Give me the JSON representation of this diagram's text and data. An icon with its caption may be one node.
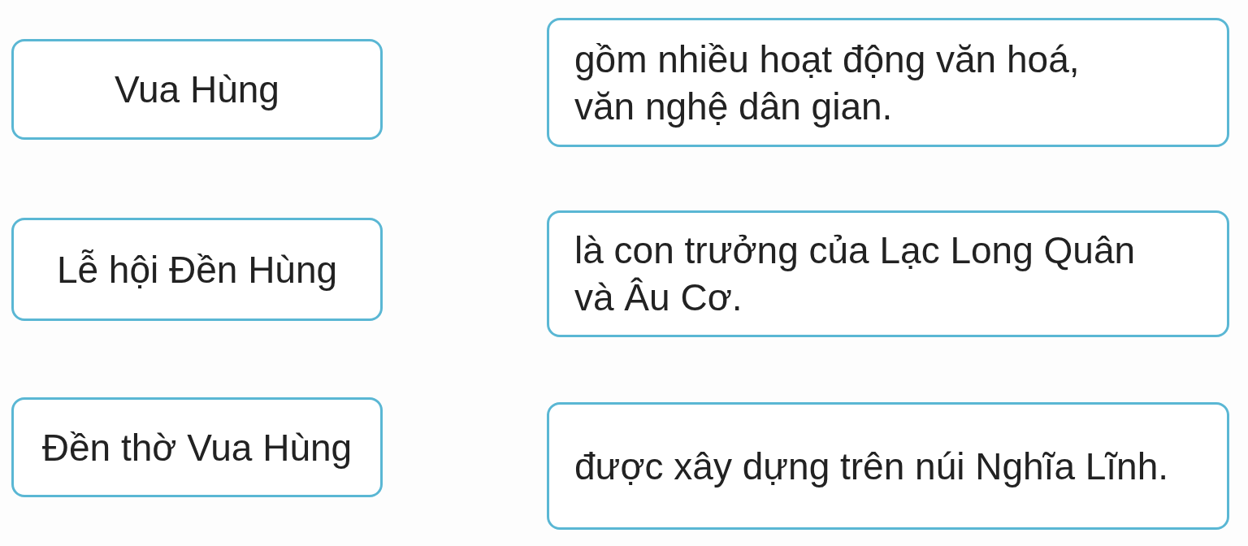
{
  "diagram": {
    "nodes": [
      {
        "text": [
          "Vua Hùng"
        ]
      },
      {
        "text": [
          "gồm nhiều hoạt động văn hoá, văn nghệ dân gian."
        ]
      },
      {
        "text": [
          "Lễ hội Đền Hùng"
        ]
      },
      {
        "text": [
          "là con trưởng của Lạc Long Quân và Âu Cơ."
        ]
      },
      {
        "text": [
          "Đền thờ Vua Hùng"
        ]
      },
      {
        "text": [
          "được xây dựng trên núi Nghĩa Lĩnh."
        ]
      }
    ]
  }
}
